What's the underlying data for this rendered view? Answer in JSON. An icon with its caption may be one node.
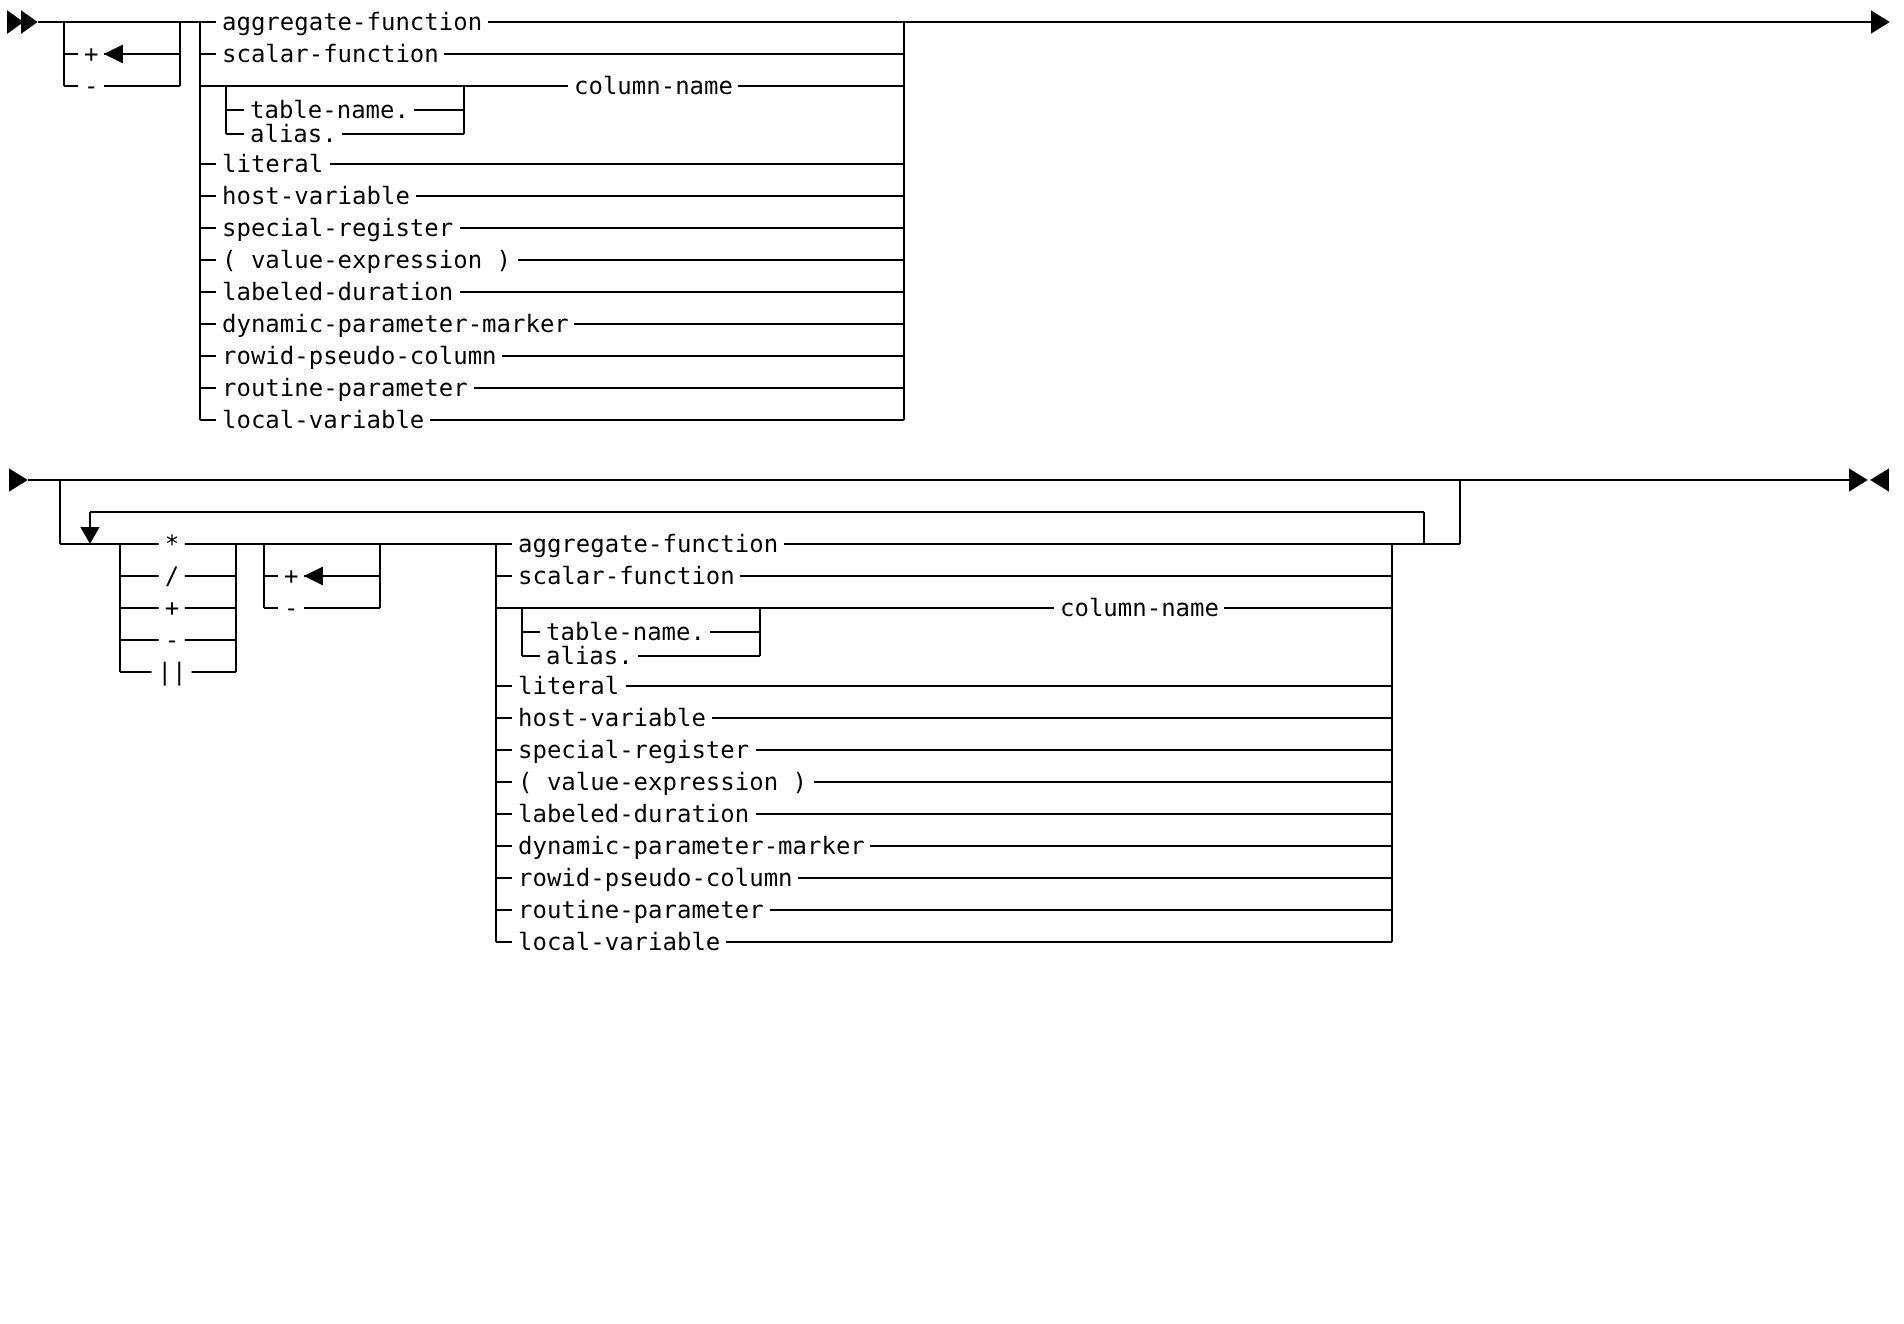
{
  "diagram": {
    "labels": [
      "+",
      "-",
      "aggregate-function",
      "scalar-function",
      "column-name",
      "table-name.",
      "alias.",
      "literal",
      "host-variable",
      "special-register",
      "( value-expression )",
      "labeled-duration",
      "dynamic-parameter-marker",
      "rowid-pseudo-column",
      "routine-parameter",
      "local-variable",
      "*",
      "/",
      "+",
      "-",
      "||",
      "+",
      "-",
      "aggregate-function",
      "scalar-function",
      "column-name",
      "table-name.",
      "alias.",
      "literal",
      "host-variable",
      "special-register",
      "( value-expression )",
      "labeled-duration",
      "dynamic-parameter-marker",
      "rowid-pseudo-column",
      "routine-parameter",
      "local-variable"
    ]
  }
}
